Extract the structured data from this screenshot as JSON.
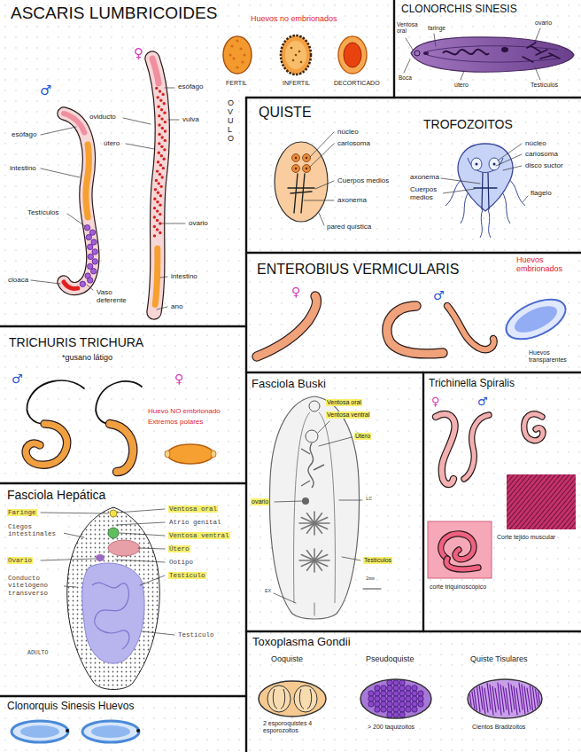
{
  "diagram": {
    "nodes": [
      {
        "text": [
          "ASCARIS LUMBRICOIDES"
        ]
      },
      {
        "text": [
          "CLONORCHIS SINESIS"
        ]
      },
      {
        "text": [
          "QUISTE",
          "TROFOZOITOS"
        ]
      },
      {
        "text": [
          "ENTEROBIUS VERMICULARIS"
        ]
      },
      {
        "text": [
          "TRICHURIS TRICHURA",
          "*gusano látigo"
        ]
      },
      {
        "text": [
          "Fasciola Buski"
        ]
      },
      {
        "text": [
          "Trichinella Spiralis"
        ]
      },
      {
        "text": [
          "Fasciola Hepática"
        ]
      },
      {
        "text": [
          "Toxoplasma Gondii"
        ]
      },
      {
        "text": [
          "Clonorquis Sinesis Huevos"
        ]
      }
    ],
    "labels": [
      "Huevos no embrionados",
      "♂",
      "♀",
      "esófago",
      "intestino",
      "Testículos",
      "cloaca",
      "Vaso deferente",
      "esófago",
      "oviducto",
      "vulva",
      "útero",
      "ovario",
      "intestino",
      "ano",
      "OVULO",
      "FERTIL",
      "INFERTIL",
      "DECORTICADO",
      "Ventosa oral",
      "faringe",
      "ovario",
      "Boca",
      "útero",
      "Testículos",
      "núcleo",
      "cariosoma",
      "Cuerpos medios",
      "axonema",
      "pared quística",
      "núcleo",
      "cariosoma",
      "disco suctor",
      "flagelo",
      "axonema",
      "Cuerpos medios",
      "Huevos embrionados",
      "♀",
      "♂",
      "Huevos transparentes",
      "♂",
      "♀",
      "Huevo NO embrionado",
      "Extremos polares",
      "Ventosa oral",
      "Ventosa ventral",
      "Útero",
      "ovario",
      "LC",
      "Testículos",
      "EX",
      "2mm",
      "♀",
      "♂",
      "Corte tejido muscular",
      "corte triquinoscópico",
      "Faringe",
      "Ciegos intestinales",
      "Ovario",
      "Conducto vitelógeno transverso",
      "Ventosa oral",
      "Atrio genital",
      "Ventosa ventral",
      "Útero",
      "Ootipo",
      "Testículo",
      "Testículo",
      "ADULTO",
      "Ooquiste",
      "Pseudoquiste",
      "Quiste Tisulares",
      "2 esporoquistes 4 esporozoitos",
      "> 200 taquizoitos",
      "Cientos Bradizoitos"
    ]
  }
}
